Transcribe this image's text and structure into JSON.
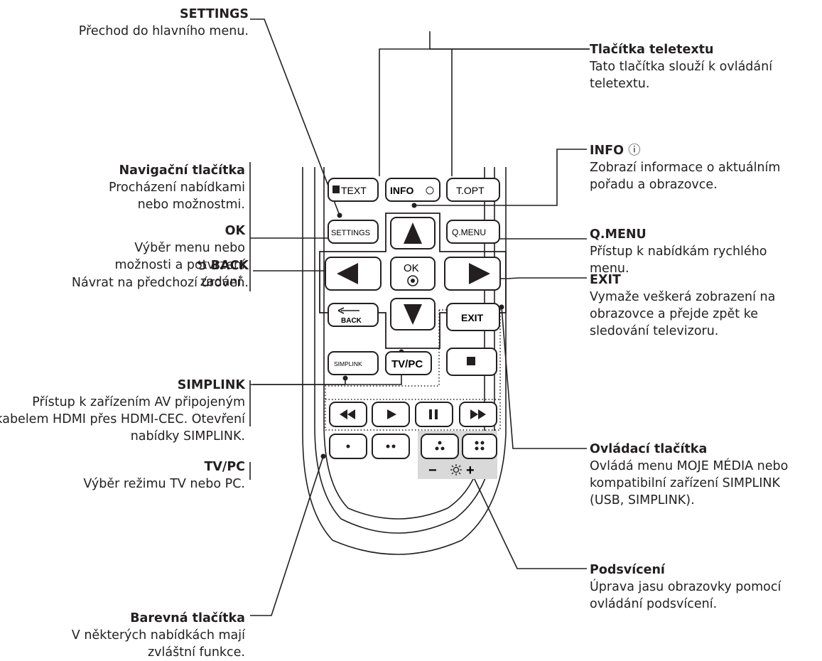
{
  "callouts": {
    "settings": {
      "title": "SETTINGS",
      "desc": "Přechod do hlavního menu."
    },
    "navigation": {
      "title": "Navigační tlačítka",
      "desc": "Procházení nabídkami nebo možnostmi."
    },
    "ok": {
      "title": "OK",
      "desc": "Výběr menu nebo možnosti a potvrzení zadání."
    },
    "back": {
      "title": "BACK",
      "icon": "back-arrow-icon",
      "desc": "Návrat na předchozí úroveň."
    },
    "simplink": {
      "title": "SIMPLINK",
      "desc": "Přístup k zařízením AV připojeným kabelem HDMI přes HDMI-CEC. Otevření nabídky SIMPLINK."
    },
    "tvpc": {
      "title": "TV/PC",
      "desc": "Výběr režimu TV nebo PC."
    },
    "color": {
      "title": "Barevná tlačítka",
      "desc": "V některých nabídkách mají zvláštní funkce."
    },
    "teletext": {
      "title": "Tlačítka teletextu",
      "desc": "Tato tlačítka slouží k ovládání teletextu."
    },
    "info": {
      "title": "INFO",
      "icon": "info-icon",
      "desc": "Zobrazí informace o aktuálním pořadu a obrazovce."
    },
    "qmenu": {
      "title": "Q.MENU",
      "desc": "Přístup k nabídkám rychlého menu."
    },
    "exit": {
      "title": "EXIT",
      "desc": "Vymaže veškerá zobrazení na obrazovce a přejde zpět ke sledování televizoru."
    },
    "control": {
      "title": "Ovládací tlačítka",
      "desc": "Ovládá menu MOJE MÉDIA nebo kompatibilní zařízení SIMPLINK (USB, SIMPLINK)."
    },
    "backlight": {
      "title": "Podsvícení",
      "desc": "Úprava jasu obrazovky pomocí ovládání podsvícení."
    }
  },
  "remote": {
    "text": "TEXT",
    "info": "INFO",
    "topt": "T.OPT",
    "settings": "SETTINGS",
    "qmenu": "Q.MENU",
    "ok": "OK",
    "back": "BACK",
    "exit": "EXIT",
    "simplink": "SIMPLINK",
    "tvpc": "TV/PC",
    "minus": "−",
    "plus": "+"
  }
}
